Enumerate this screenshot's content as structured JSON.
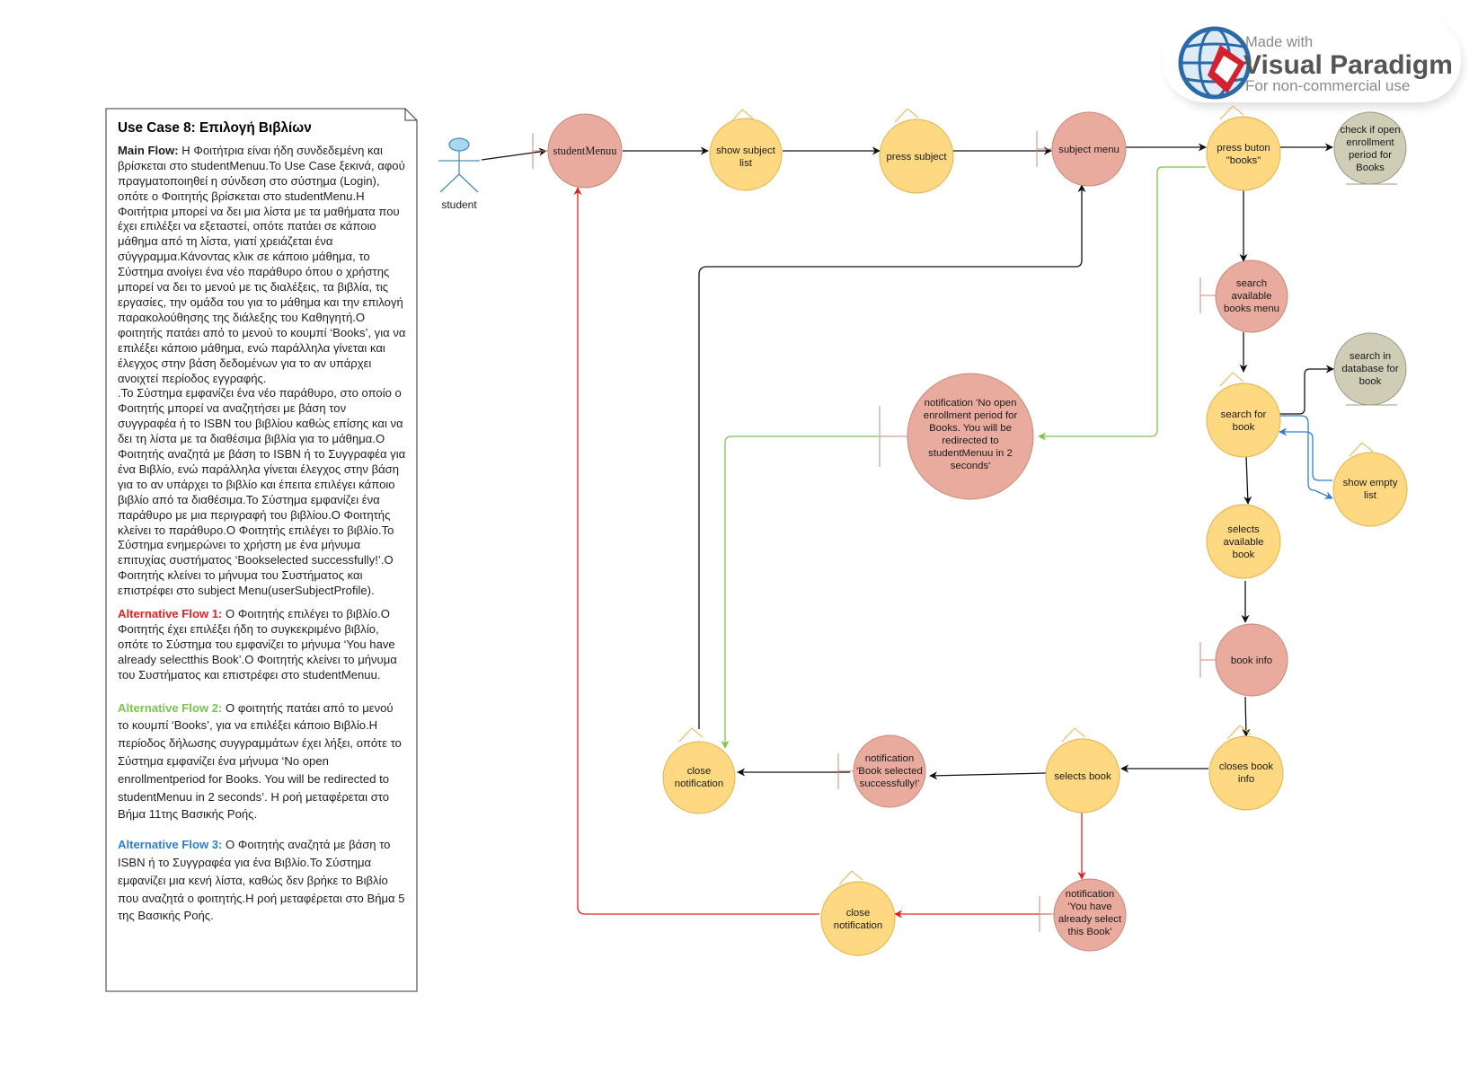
{
  "logo": {
    "made_with": "Made with",
    "brand": "Visual Paradigm",
    "subtitle": "For non-commercial use"
  },
  "note": {
    "title": "Use Case 8: Επιλογή Βιβλίων",
    "main_flow_label": "Main Flow:",
    "main_flow_text": " Η Φοιτήτρια είναι ήδη συνδεδεμένη και βρίσκεται στο studentMenuu.Το Use Case ξεκινά, αφού πραγματοποιηθεί η σύνδεση στο σύστημα (Login), οπότε ο Φοιτητής βρίσκεται στο studentMenu.Η Φοιτήτρια μπορεί να δει μια λίστα με τα μαθήματα που έχει επιλέξει να εξεταστεί, οπότε πατάει σε κάποιο μάθημα από τη λίστα, γιατί χρειάζεται ένα σύγγραμμα.Κάνοντας κλικ σε κάποιο μάθημα, το Σύστημα ανοίγει ένα νέο παράθυρο όπου ο χρήστης μπορεί να δει το μενού με τις διαλέξεις, τα βιβλία, τις εργασίες, την ομάδα του για το μάθημα και την επιλογή παρακολούθησης της διάλεξης του Καθηγητή.Ο φοιτητής πατάει από το μενού το κουμπί ‘Books’, για να επιλέξει κάποιο μάθημα, ενώ παράλληλα γίνεται και έλεγχος στην βάση δεδομένων για το αν υπάρχει ανοιχτεί περίοδος εγγραφής.",
    "main_flow_text_2": ".Το Σύστημα εμφανίζει ένα νέο παράθυρο, στο οποίο ο Φοιτητής μπορεί να αναζητήσει με βάση τον συγγραφέα ή το ISBN του βιβλίου καθώς επίσης και να δει τη λίστα με τα διαθέσιμα βιβλία για το μάθημα.Ο Φοιτητής αναζητά με βάση το ISBN ή το Συγγραφέα για ένα Βιβλίο, ενώ παράλληλα γίνεται έλεγχος στην βάση για το αν υπάρχει το βιβλίο και έπειτα  επιλέγει κάποιο βιβλίο από τα διαθέσιμα.Το Σύστημα εμφανίζει ένα παράθυρο με μια περιγραφή του βιβλίου.Ο Φοιτητής κλείνει το παράθυρο.Ο Φοιτητής επιλέγει το βιβλίο.Το Σύστημα ενημερώνει το χρήστη με ένα μήνυμα επιτυχίας συστήματος ‘Bookselected successfully!’.Ο Φοιτητής κλείνει το μήνυμα του Συστήματος και επιστρέφει στο subject Menu(userSubjectProfile).",
    "alt1_label": "Alternative Flow 1:",
    "alt1_text": " Ο Φοιτητής επιλέγει το βιβλίο.Ο Φοιτητής έχει επιλέξει ήδη το συγκεκριμένο βιβλίο, οπότε το Σύστημα του εμφανίζει το μήνυμα ‘You have already selectthis Book’.Ο Φοιτητής κλείνει το μήνυμα του Συστήματος και επιστρέφει στο studentMenuu.",
    "alt2_label": "Alternative Flow 2:",
    "alt2_text": " Ο φοιτητής πατάει από το μενού το κουμπί ‘Books’, για να επιλέξει κάποιο Βιβλίο.Η περίοδος δήλωσης συγγραμμάτων έχει λήξει, οπότε το Σύστημα εμφανίζει ένα μήνυμα ‘No open enrollmentperiod for Books. You will be redirected to studentMenuu in 2 seconds’. Η ροή μεταφέρεται στο Βήμα 11της Βασικής Ροής.",
    "alt3_label": "Alternative Flow 3:",
    "alt3_text": " Ο Φοιτητής αναζητά με βάση το ISBN ή το Συγγραφέα για ένα Βιβλίο.Το Σύστημα εμφανίζει μια κενή λίστα, καθώς δεν βρήκε το Βιβλίο που αναζητά ο φοιτητής.Η ροή μεταφέρεται στο Βήμα 5 της Βασικής Ροής."
  },
  "actor": {
    "label": "student"
  },
  "colors": {
    "control": "#ffd982",
    "control_stroke": "#e3b24a",
    "boundary": "#eaab9f",
    "boundary_stroke": "#c98878",
    "entity": "#cfcdb6",
    "entity_stroke": "#9c9a82",
    "alt1": "#e8201e",
    "alt2": "#7cc34f",
    "alt3": "#2f7fd0",
    "actor": "#a9d7f0"
  },
  "nodes": {
    "studentMenuu": "studentMenuu",
    "show_subject_list": [
      "show subject",
      "list"
    ],
    "press_subject": "press subject",
    "subject_menu": "subject menu",
    "press_buton_books": [
      "press buton",
      "\"books\""
    ],
    "check_open_enrollment": [
      "check if open",
      "enrollment",
      "period for",
      "Books"
    ],
    "search_available_books_menu": [
      "search",
      "available",
      "books menu"
    ],
    "search_for_book": [
      "search for",
      "book"
    ],
    "search_in_database": [
      "search in",
      "database for",
      "book"
    ],
    "show_empty_list": [
      "show empty",
      "list"
    ],
    "selects_available_book": [
      "selects",
      "available",
      "book"
    ],
    "book_info": "book info",
    "closes_book_info": [
      "closes book",
      "info"
    ],
    "selects_book": "selects book",
    "notification_selected": [
      "notification",
      "'Book selected",
      "successfully!'"
    ],
    "close_notification_1": [
      "close",
      "notification"
    ],
    "notification_no_open": [
      "notification 'No open",
      "enrollment period for",
      "Books. You  will be",
      "redirected to",
      "studentMenuu in 2",
      "seconds'"
    ],
    "notification_already": [
      "notification",
      "'You have",
      "already select",
      "this Book'"
    ],
    "close_notification_2": [
      "close",
      "notification"
    ]
  }
}
